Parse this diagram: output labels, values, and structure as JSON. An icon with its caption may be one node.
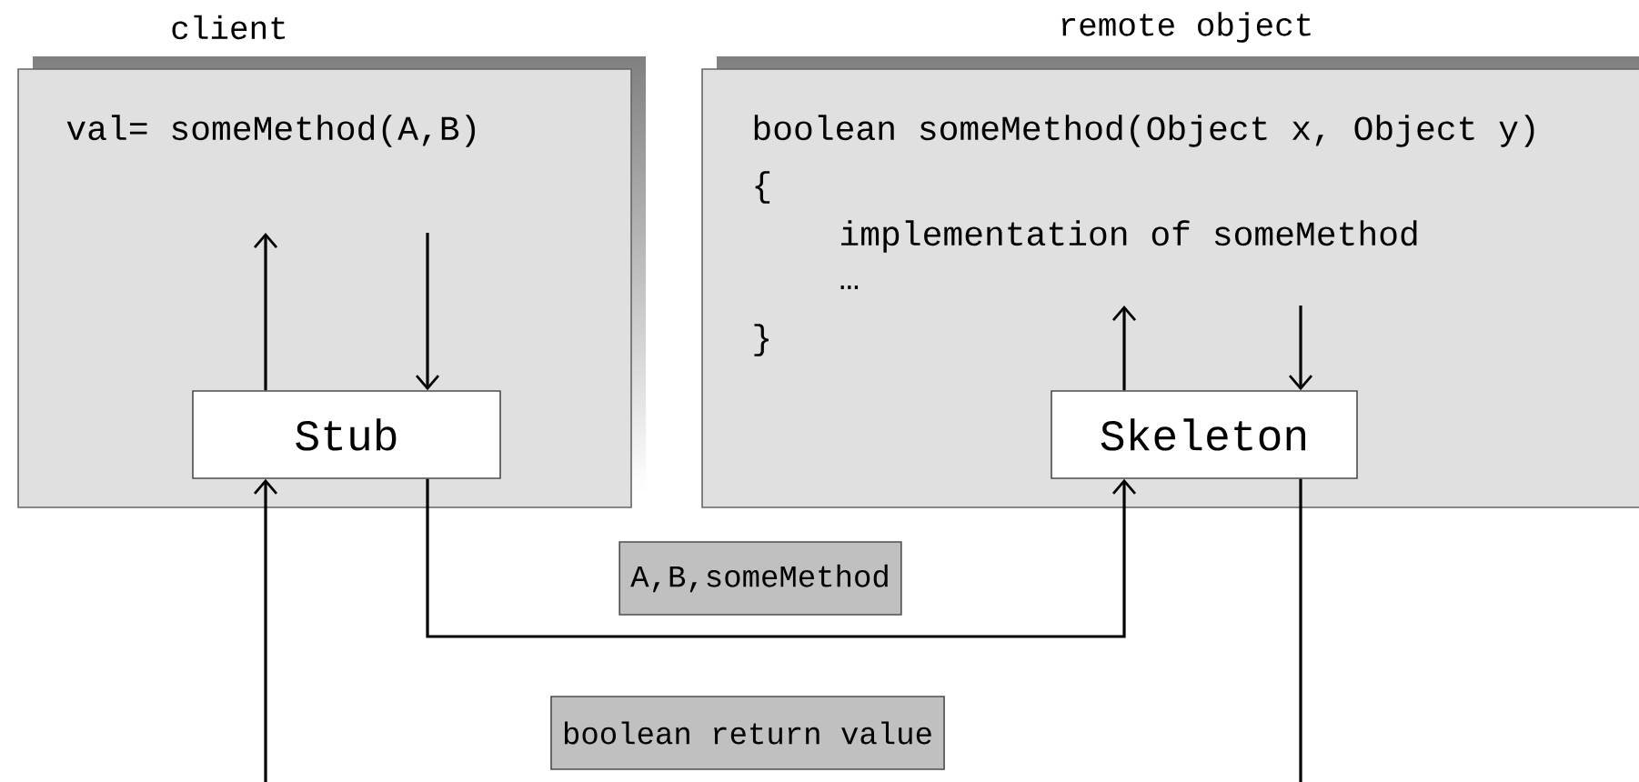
{
  "diagram": {
    "nodes": [
      {
        "text": [
          "client",
          "val= someMethod(A,B)"
        ]
      },
      {
        "text": [
          "Stub"
        ],
        "in": 0
      },
      {
        "text": [
          "remote object",
          "boolean someMethod(Object x, Object y)",
          "{",
          "implementation of someMethod",
          "…",
          "}"
        ]
      },
      {
        "text": [
          "Skeleton"
        ],
        "in": 2
      }
    ],
    "edges": [
      {
        "from": 1,
        "to": null,
        "arrow": "to"
      },
      {
        "from": null,
        "to": 1,
        "arrow": "to"
      },
      {
        "from": 1,
        "to": 3,
        "arrow": "to",
        "label": "A,B,someMethod"
      },
      {
        "from": 3,
        "to": 1,
        "arrow": "to",
        "label": "boolean return value"
      },
      {
        "from": 3,
        "to": null,
        "arrow": "to"
      },
      {
        "from": null,
        "to": 3,
        "arrow": "to"
      }
    ]
  }
}
